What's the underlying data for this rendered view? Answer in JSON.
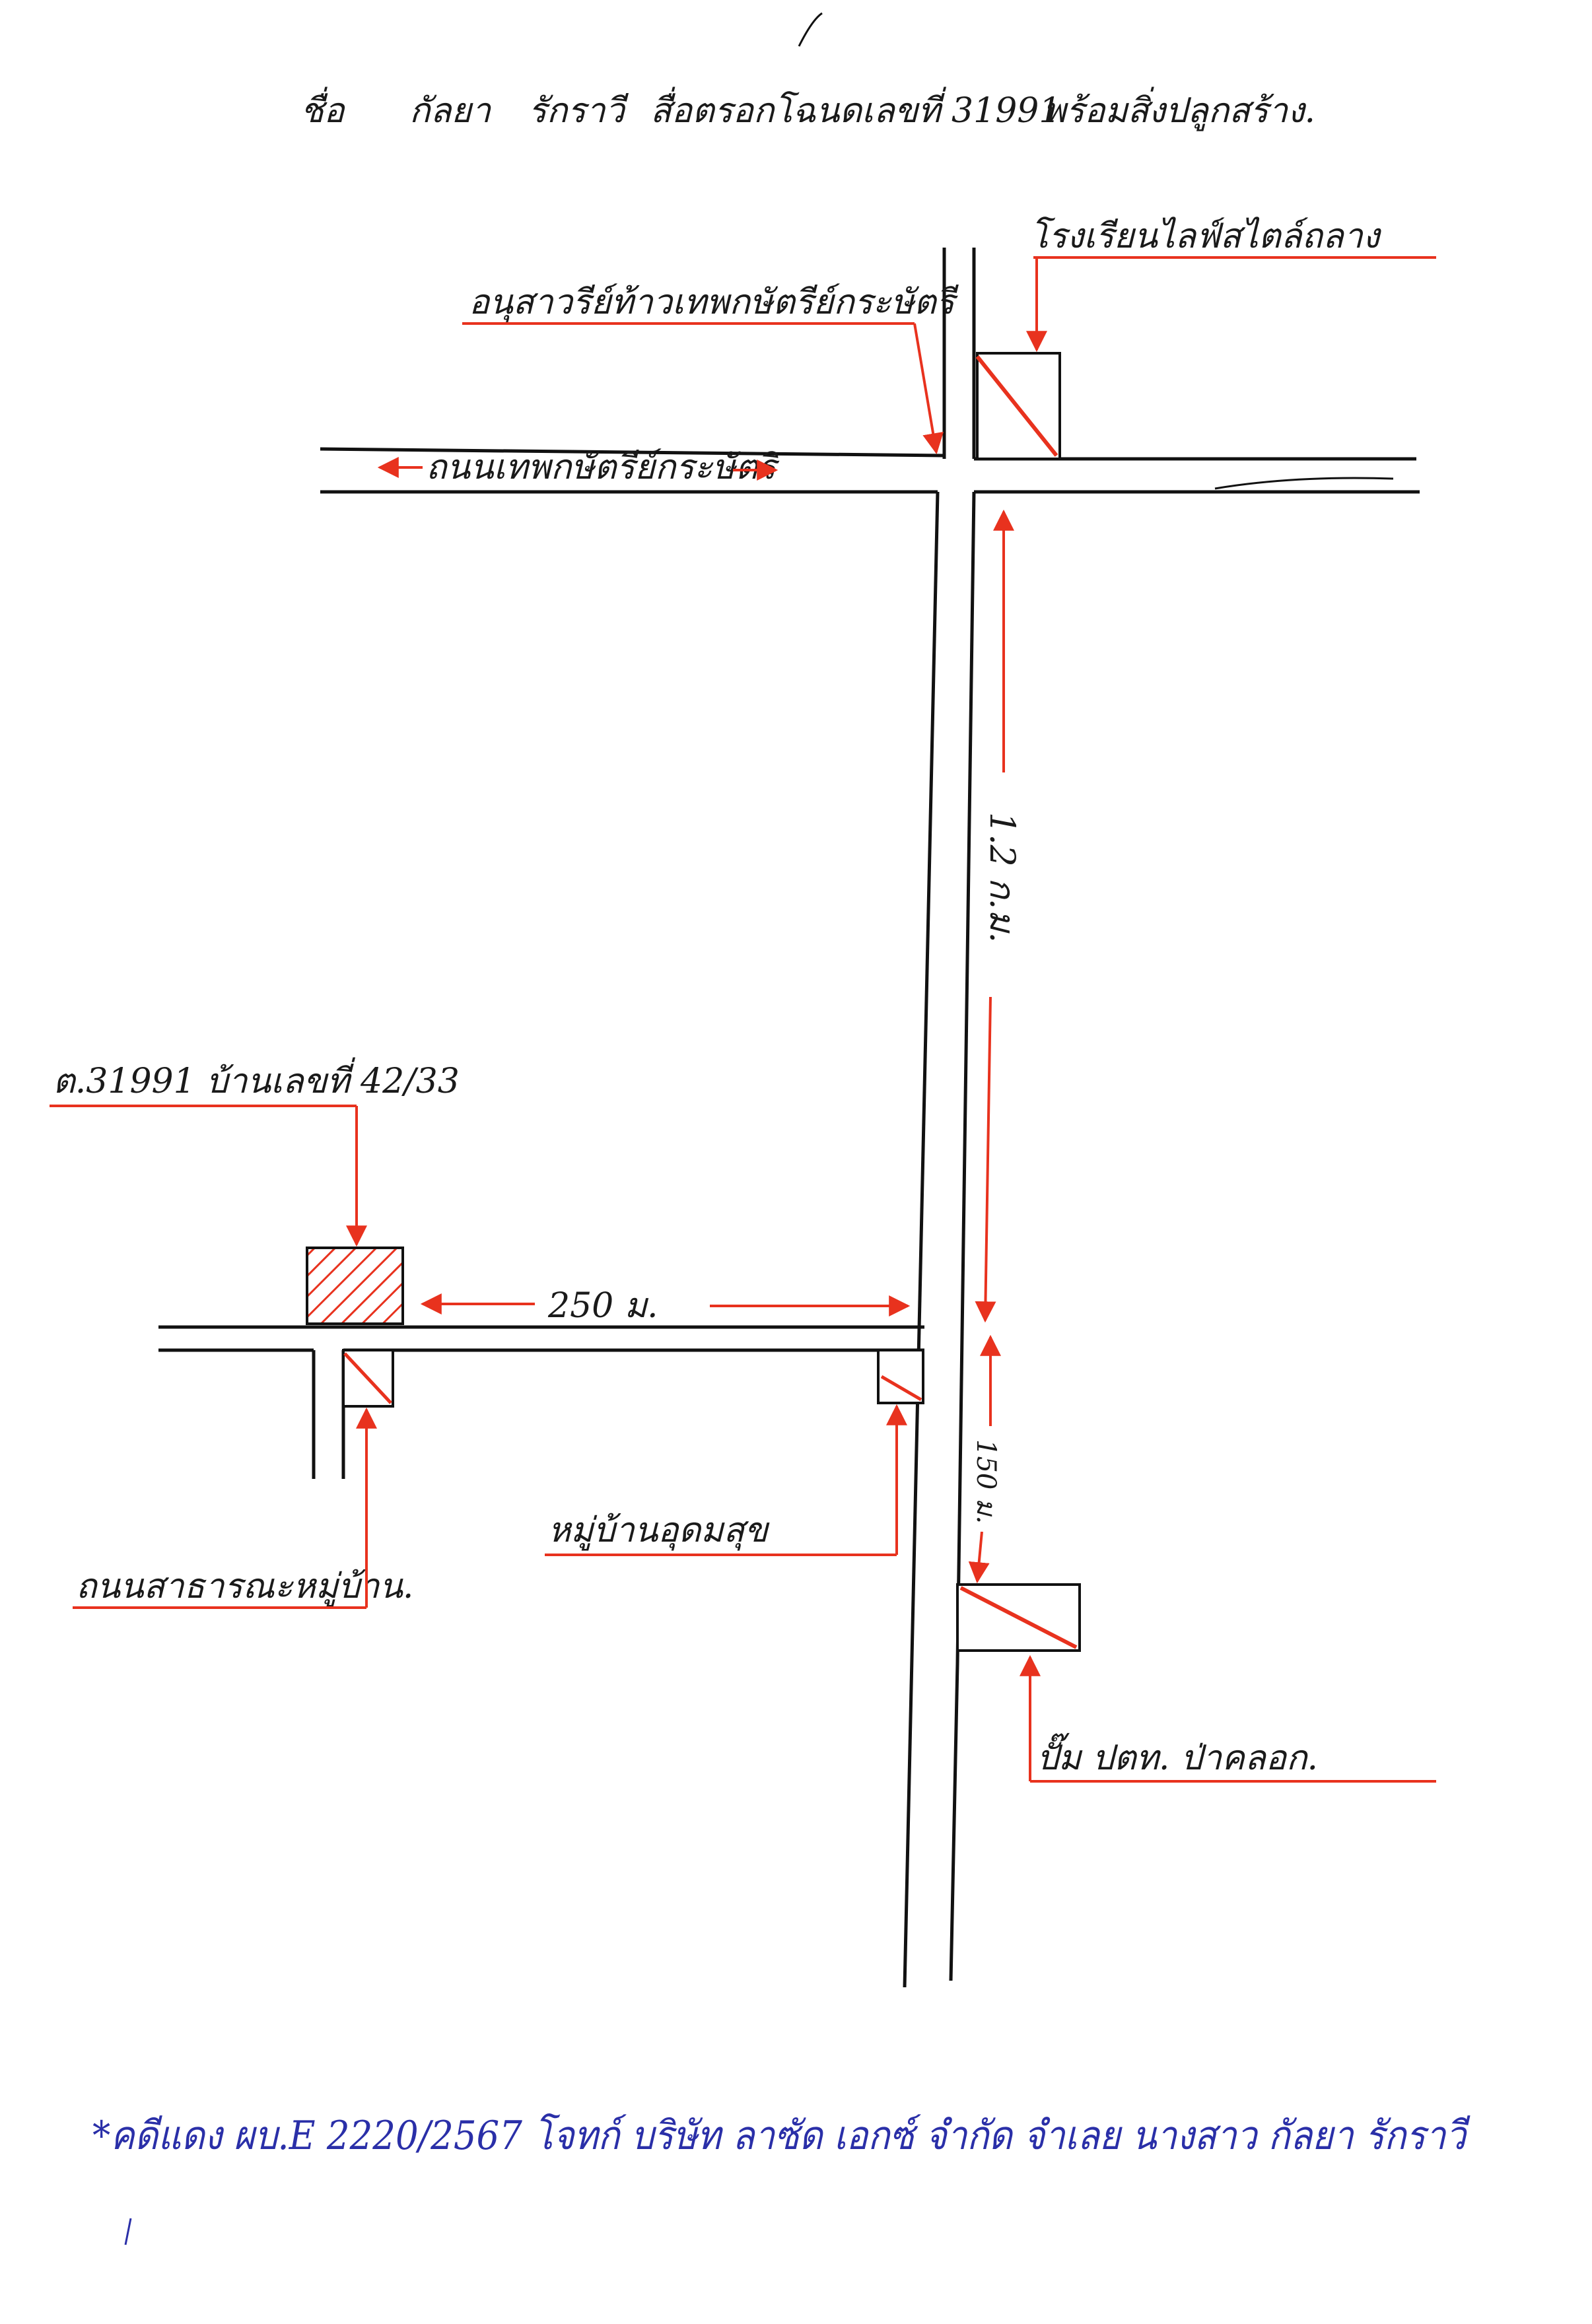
{
  "header": {
    "name_label": "ชื่อ",
    "first_name": "กัลยา",
    "last_name": "รักราวี",
    "description": "สื่อตรอกโฉนดเลขที่ 31991",
    "suffix": "พร้อมสิ่งปลูกสร้าง."
  },
  "roads": {
    "main_road_label": "ถนนเทพกษัตรีย์กระษัตริ",
    "distance_vertical": "1.2 ก.ม.",
    "distance_horizontal": "250 ม.",
    "distance_short": "150 ม."
  },
  "landmarks": {
    "monument": "อนุสาวรีย์ท้าวเทพกษัตรีย์กระษัตรี",
    "top_right": "โรงเรียนไลฟ์สไตล์ถลาง",
    "target": "ต.31991 บ้านเลขที่ 42/33",
    "village": "หมู่บ้านอุดมสุข",
    "public_road": "ถนนสาธารณะหมู่บ้าน.",
    "gas_station": "ปั๊ม ปตท. ป่าคลอก."
  },
  "footer": {
    "note": "*คดีแดง ผบ.E 2220/2567 โจทก์ บริษัท ลาซัด เอกซ์ จำกัด จำเลย นางสาว กัลยา รักราวี"
  },
  "colors": {
    "road": "#111111",
    "marker": "#e8321e",
    "note_ink": "#2a2fa8"
  }
}
